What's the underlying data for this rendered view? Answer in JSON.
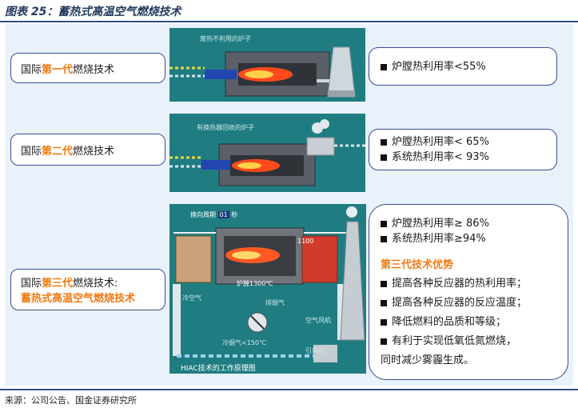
{
  "title": "图表 25：蓄热式高温空气燃烧技术",
  "source": "来源：公司公告、国金证券研究所",
  "generations": [
    {
      "label_pre": "国际",
      "label_hl": "第一代",
      "label_post": "燃烧技术",
      "subtitle": "",
      "diagram_caption": "废热不利用的炉子",
      "stats": [
        "炉膛热利用率<55%"
      ]
    },
    {
      "label_pre": "国际",
      "label_hl": "第二代",
      "label_post": "燃烧技术",
      "subtitle": "",
      "diagram_caption": "有换热器回收的炉子",
      "stats": [
        "炉膛热利用率< 65%",
        "系统热利用率< 93%"
      ]
    },
    {
      "label_pre": "国际",
      "label_hl": "第三代",
      "label_post": "燃烧技术:",
      "subtitle": "蓄热式高温空气燃烧技术",
      "diagram_caption": "HIAC技术的工作原理图",
      "diagram_labels": {
        "switch": "换向周期",
        "switch_val": "01",
        "switch_unit": "秒",
        "furnace": "炉膛1300℃",
        "cold_air": "冷空气",
        "exhaust": "排烟气",
        "fan_air": "空气风机",
        "cool_gas": "冷烟气<150℃",
        "fan_smoke": "引风机",
        "temp": "1100"
      },
      "stats": [
        "炉膛热利用率≥ 86%",
        "系统热利用率≥94%"
      ],
      "advantages_title": "第三代技术优势",
      "advantages": [
        "提高各种反应器的热利用率；",
        "提高各种反应器的反应温度；",
        "降低燃料的品质和等级；",
        "有利于实现低氧低氮燃烧，"
      ],
      "advantages_tail": "同时减少雾霾生成。"
    }
  ]
}
